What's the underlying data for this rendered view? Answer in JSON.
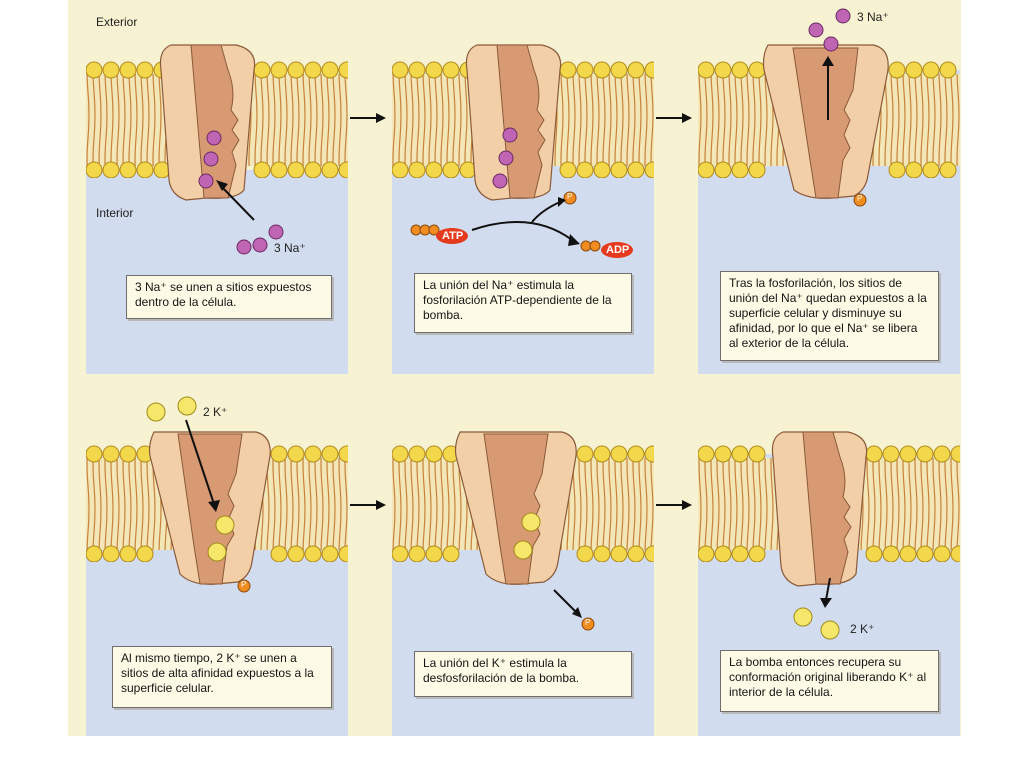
{
  "colors": {
    "figure_background": "#f6f2d2",
    "interior_fluid": "#d2dcef",
    "exterior_fluid": "#f6f2d2",
    "lipid_head": "#f2d84a",
    "lipid_tail": "#c8813a",
    "pump_light": "#f2cfa7",
    "pump_dark": "#d79a72",
    "sodium_ion": "#c064b4",
    "potassium_ion": "#f6e66a",
    "phosphate": "#f08c20",
    "atp_badge": "#e63a1e",
    "caption_fill": "#fdfbe6"
  },
  "labels": {
    "exterior": "Exterior",
    "interior": "Interior",
    "na3": "3 Na⁺",
    "k2": "2 K⁺",
    "atp": "ATP",
    "adp": "ADP",
    "phosphate": "P"
  },
  "panels": [
    {
      "id": "p1",
      "caption": "3 Na⁺ se unen a sitios expuestos dentro de la célula."
    },
    {
      "id": "p2",
      "caption": "La unión del Na⁺ estimula la fosforilación ATP-dependiente de la bomba."
    },
    {
      "id": "p3",
      "caption": "Tras la fosforilación, los sitios de unión del Na⁺ quedan expuestos a la superficie celular y disminuye su afinidad, por lo que el Na⁺ se libera al exterior de la célula."
    },
    {
      "id": "p4",
      "caption": "Al mismo tiempo, 2 K⁺ se unen a sitios de alta afinidad expuestos a la superficie celular."
    },
    {
      "id": "p5",
      "caption": "La unión del K⁺ estimula la desfosforilación de la bomba."
    },
    {
      "id": "p6",
      "caption": "La bomba entonces recupera su conformación original liberando K⁺ al interior de la célula."
    }
  ]
}
